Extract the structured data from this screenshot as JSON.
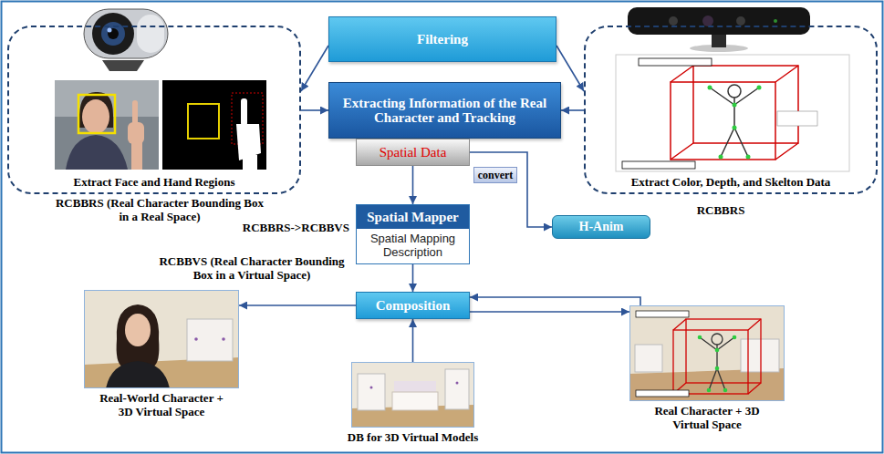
{
  "diagram": {
    "nodes": [
      {
        "text": [
          "Extract Face and Hand Regions"
        ]
      },
      {
        "text": [
          "Filtering"
        ]
      },
      {
        "text": [
          "Extracting Information of the Real Character and Tracking"
        ]
      },
      {
        "text": [
          "Extract Color, Depth, and Skelton Data"
        ]
      },
      {
        "text": [
          "Spatial Data"
        ]
      },
      {
        "text": [
          "Spatial Mapper",
          "Spatial Mapping Description"
        ]
      },
      {
        "text": [
          "H-Anim"
        ]
      },
      {
        "text": [
          "Real-World Character + 3D Virtual Space"
        ]
      },
      {
        "text": [
          "Composition"
        ]
      },
      {
        "text": [
          "Real Character + 3D Virtual Space"
        ]
      },
      {
        "text": [
          "DB for 3D Virtual Models"
        ]
      }
    ],
    "edges": [
      {
        "from": 1,
        "to": 0,
        "arrow": "to"
      },
      {
        "from": 1,
        "to": 3,
        "arrow": "to"
      },
      {
        "from": 0,
        "to": 2,
        "arrow": "to"
      },
      {
        "from": 3,
        "to": 2,
        "arrow": "to"
      },
      {
        "from": 4,
        "to": 5,
        "arrow": "to"
      },
      {
        "from": 4,
        "to": 6,
        "label": "convert",
        "arrow": "to"
      },
      {
        "from": 5,
        "to": 8,
        "arrow": "to"
      },
      {
        "from": 8,
        "to": 7,
        "arrow": "to"
      },
      {
        "from": 8,
        "to": 9,
        "arrow": "to"
      },
      {
        "from": 9,
        "to": 8,
        "arrow": "to"
      },
      {
        "from": 10,
        "to": 8,
        "arrow": "to"
      }
    ],
    "labels": [
      "RCBBRS (Real Character Bounding Box in a Real Space)",
      "RCBBRS",
      "RCBBRS->RCBBVS",
      "RCBBVS (Real Character Bounding Box in a Virtual Space)"
    ]
  }
}
